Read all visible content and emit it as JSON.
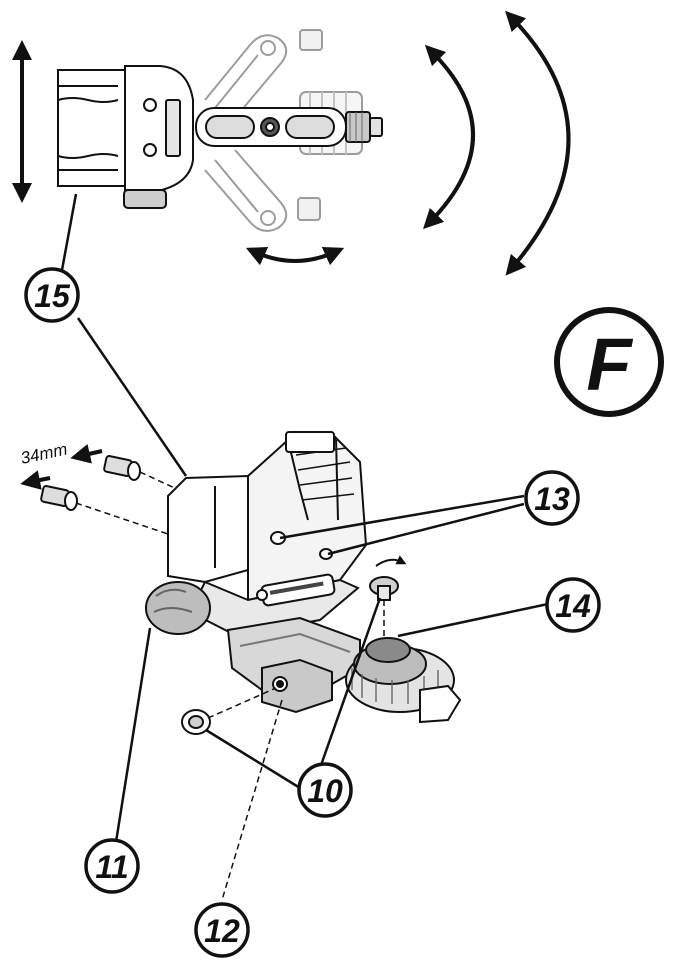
{
  "figure": {
    "panel_letter": "F",
    "dimension_label": "34mm",
    "callouts": [
      {
        "id": "c15",
        "label": "15"
      },
      {
        "id": "c13",
        "label": "13"
      },
      {
        "id": "c14",
        "label": "14"
      },
      {
        "id": "c10",
        "label": "10"
      },
      {
        "id": "c11",
        "label": "11"
      },
      {
        "id": "c12",
        "label": "12"
      }
    ]
  },
  "colors": {
    "ink": "#111111",
    "paper": "#ffffff",
    "shade_light": "#d9d9d9",
    "shade_mid": "#b5b5b5",
    "shade_dark": "#6e6e6e"
  }
}
